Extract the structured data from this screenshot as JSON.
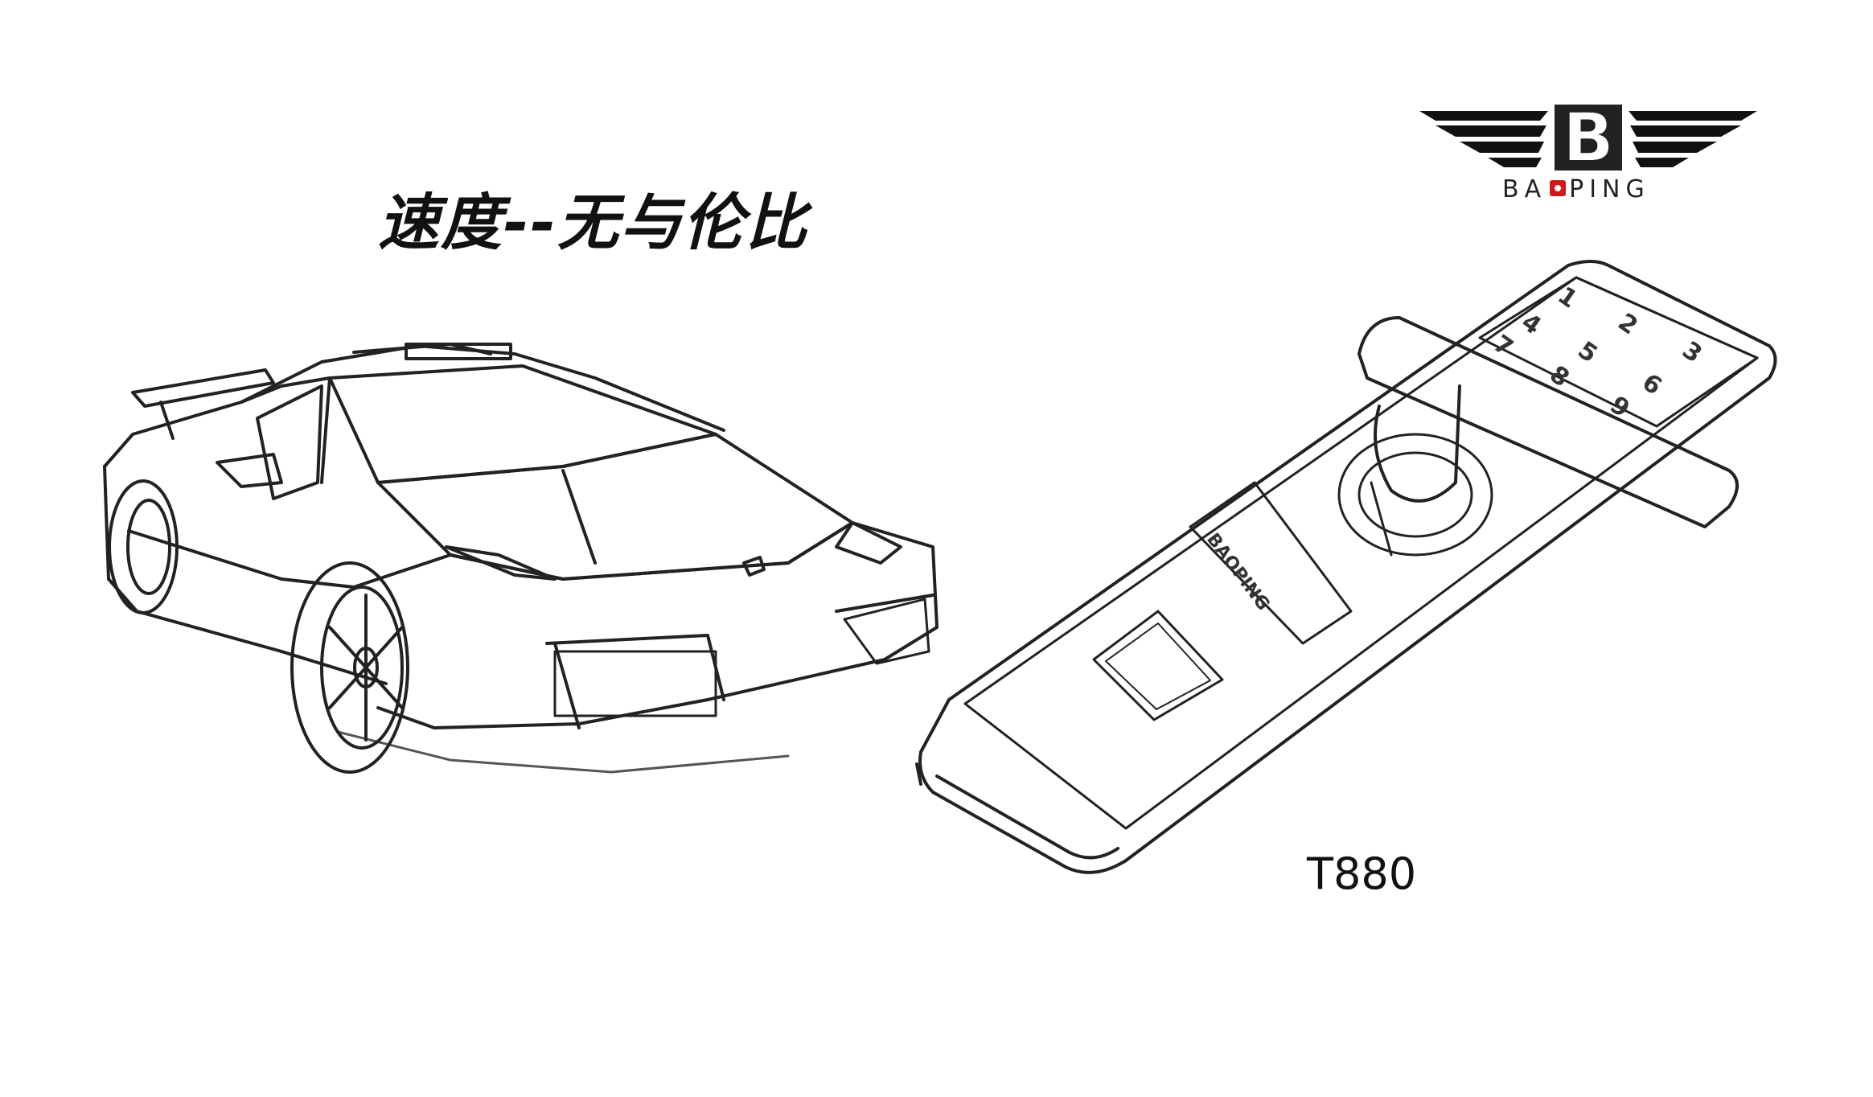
{
  "headline": "速度--无与伦比",
  "brand": {
    "logo_letter": "B",
    "name_left": "BA",
    "name_right": "PING",
    "accent_color": "#d01818"
  },
  "lock": {
    "engraving": "BAOPING",
    "keypad": [
      "1",
      "2",
      "3",
      "4",
      "5",
      "6",
      "7",
      "8",
      "9"
    ]
  },
  "model": "T880"
}
